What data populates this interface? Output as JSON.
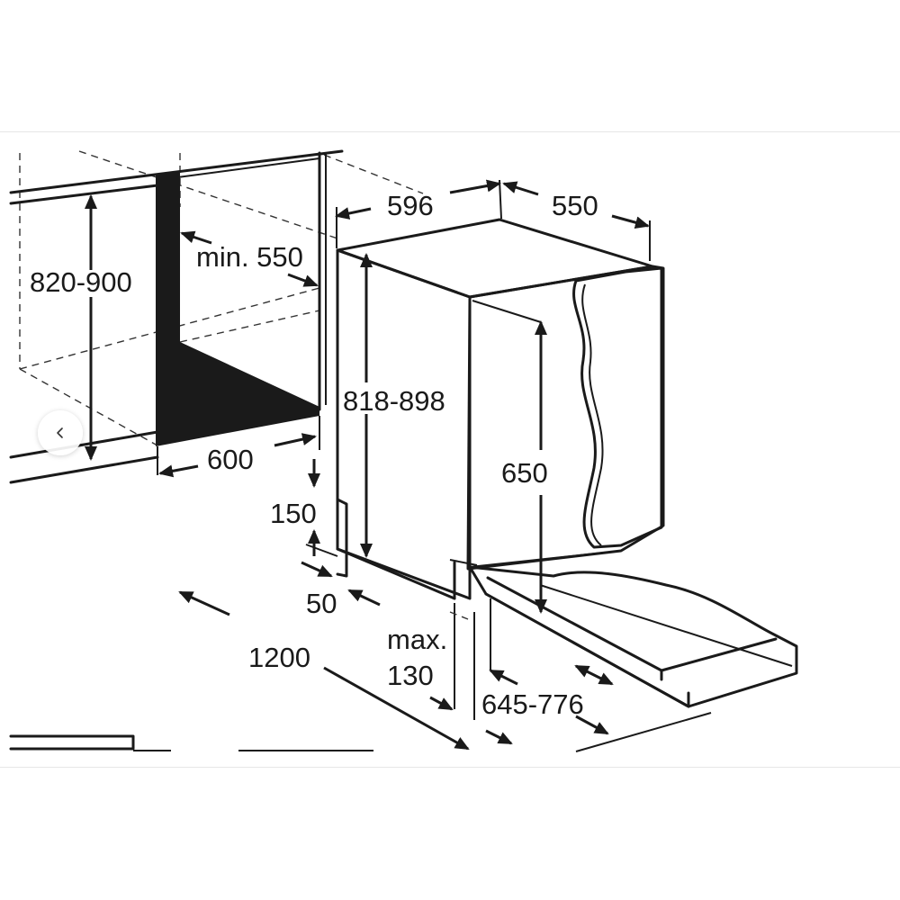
{
  "carousel": {
    "prev_icon": "chevron-left-icon"
  },
  "dimensions": {
    "d_820_900": "820-900",
    "d_min550": "min. 550",
    "d_600": "600",
    "d_596": "596",
    "d_550": "550",
    "d_818_898": "818-898",
    "d_650": "650",
    "d_150": "150",
    "d_50": "50",
    "d_1200": "1200",
    "d_max": "max.",
    "d_130": "130",
    "d_645_776": "645-776"
  }
}
